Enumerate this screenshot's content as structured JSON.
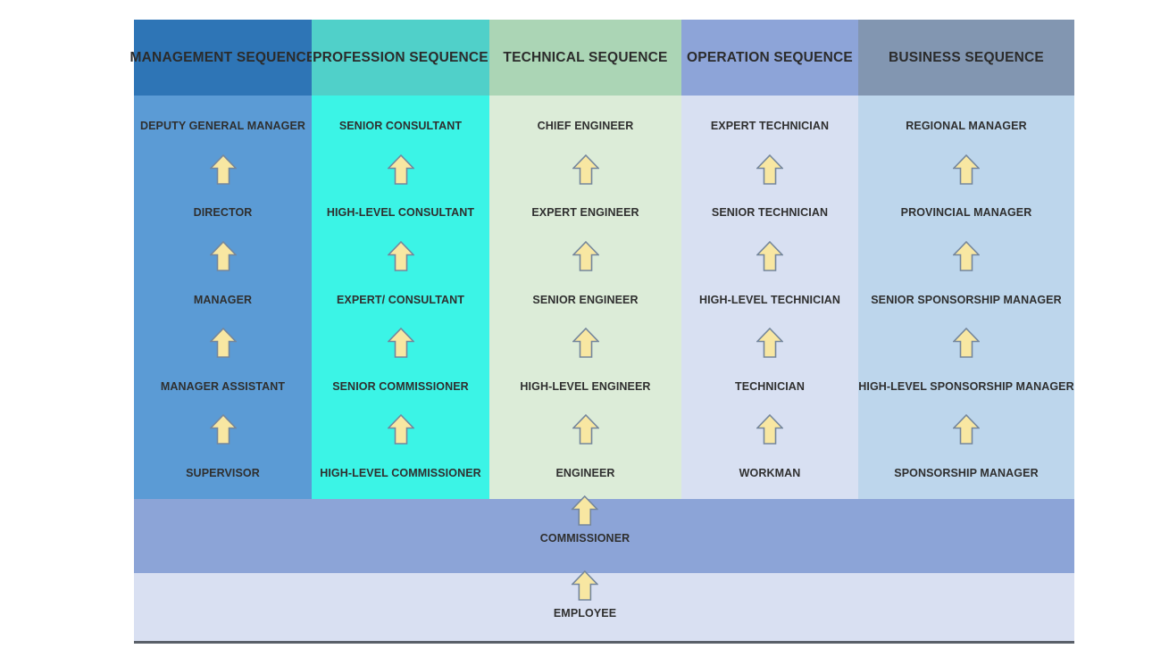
{
  "diagram": {
    "title": "career-promotion-sequences",
    "columns": [
      {
        "header": "MANAGEMENT SEQUENCE",
        "header_color": "#2e75b6",
        "body_color": "#5b9bd5",
        "levels": [
          "DEPUTY GENERAL MANAGER",
          "DIRECTOR",
          "MANAGER",
          "MANAGER ASSISTANT",
          "SUPERVISOR"
        ]
      },
      {
        "header": "PROFESSION SEQUENCE",
        "header_color": "#50d0c9",
        "body_color": "#3bf4e6",
        "levels": [
          "SENIOR CONSULTANT",
          "HIGH-LEVEL CONSULTANT",
          "EXPERT/ CONSULTANT",
          "SENIOR COMMISSIONER",
          "HIGH-LEVEL COMMISSIONER"
        ]
      },
      {
        "header": "TECHNICAL SEQUENCE",
        "header_color": "#abd5b5",
        "body_color": "#dcecd8",
        "levels": [
          "CHIEF ENGINEER",
          "EXPERT ENGINEER",
          "SENIOR ENGINEER",
          "HIGH-LEVEL ENGINEER",
          "ENGINEER"
        ]
      },
      {
        "header": "OPERATION SEQUENCE",
        "header_color": "#8da4d8",
        "body_color": "#d8e0f2",
        "levels": [
          "EXPERT TECHNICIAN",
          "SENIOR TECHNICIAN",
          "HIGH-LEVEL TECHNICIAN",
          "TECHNICIAN",
          "WORKMAN"
        ]
      },
      {
        "header": "BUSINESS SEQUENCE",
        "header_color": "#8296b1",
        "body_color": "#bdd6ec",
        "levels": [
          "REGIONAL MANAGER",
          "PROVINCIAL MANAGER",
          "SENIOR SPONSORSHIP MANAGER",
          "HIGH-LEVEL SPONSORSHIP MANAGER",
          "SPONSORSHIP MANAGER"
        ]
      }
    ],
    "base_rows": [
      {
        "label": "COMMISSIONER",
        "color": "#8ca4d7"
      },
      {
        "label": "EMPLOYEE",
        "color": "#d9e0f2"
      }
    ],
    "arrow": {
      "fill": "#f8e7a2",
      "stroke": "#74869c"
    },
    "text_color": "#2f2f2f"
  }
}
